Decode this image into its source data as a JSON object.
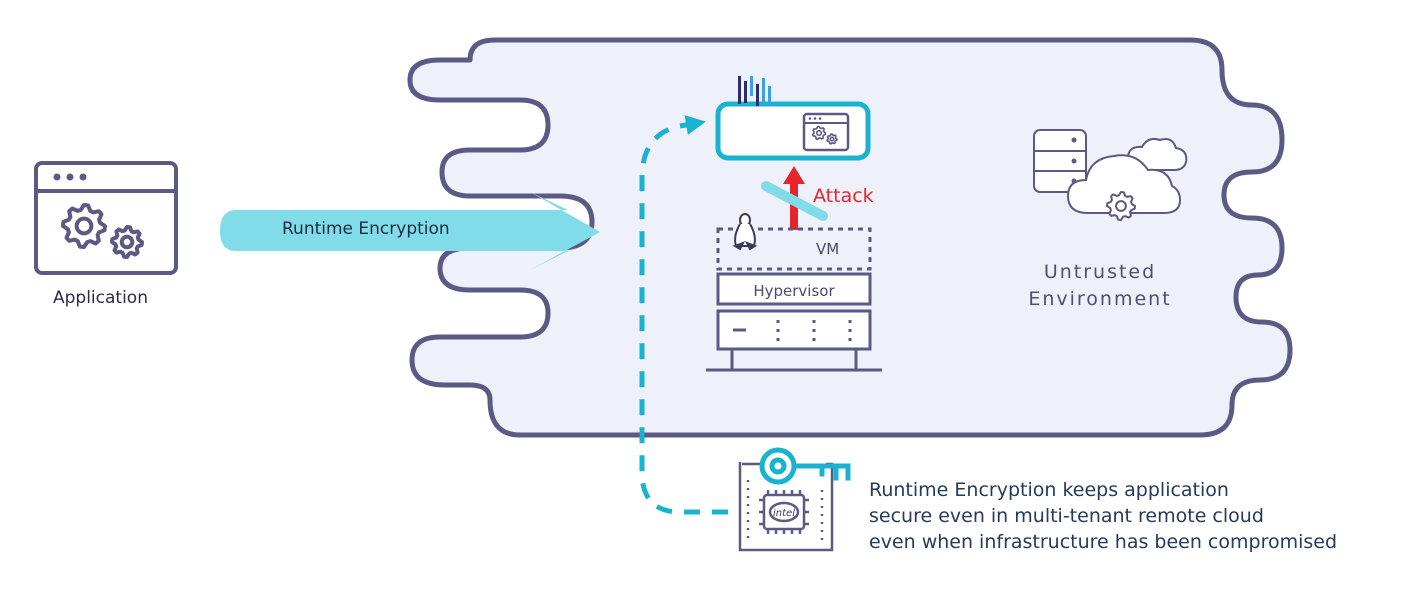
{
  "application": {
    "label": "Application"
  },
  "banner": {
    "label": "Runtime Encryption"
  },
  "attack": {
    "label": "Attack"
  },
  "stack": {
    "vm_label": "VM",
    "hypervisor_label": "Hypervisor"
  },
  "environment": {
    "label": "Untrusted\nEnvironment"
  },
  "chip": {
    "brand": "intel"
  },
  "description": {
    "lines": [
      "Runtime Encryption keeps application",
      "secure even in multi-tenant remote cloud",
      "even when infrastructure has been compromised"
    ]
  },
  "colors": {
    "outline": "#5a5a84",
    "cloud_fill": "#eef0fa",
    "accent_cyan": "#1ab3cf",
    "banner_cyan": "#7fdce8",
    "attack_red": "#e8242b",
    "logo_dark": "#2b2f6b",
    "logo_blue": "#3aa2e0"
  },
  "icons": [
    "app-window-icon",
    "gears-icon",
    "logo-icon",
    "linux-tux-icon",
    "server-icon",
    "database-icon",
    "cloud-icon",
    "key-icon",
    "chip-board-icon"
  ]
}
